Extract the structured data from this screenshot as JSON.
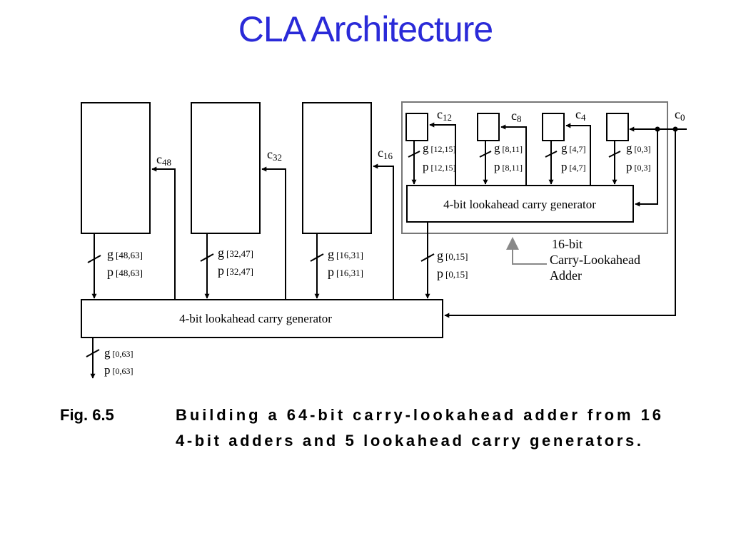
{
  "title": "CLA Architecture",
  "carries": {
    "c48": {
      "base": "c",
      "sub": "48"
    },
    "c32": {
      "base": "c",
      "sub": "32"
    },
    "c16": {
      "base": "c",
      "sub": "16"
    },
    "c12": {
      "base": "c",
      "sub": "12"
    },
    "c8": {
      "base": "c",
      "sub": "8"
    },
    "c4": {
      "base": "c",
      "sub": "4"
    },
    "c0": {
      "base": "c",
      "sub": "0"
    }
  },
  "top_signals": {
    "g_48_63": {
      "base": "g",
      "sub": "[48,63]"
    },
    "p_48_63": {
      "base": "p",
      "sub": "[48,63]"
    },
    "g_32_47": {
      "base": "g",
      "sub": "[32,47]"
    },
    "p_32_47": {
      "base": "p",
      "sub": "[32,47]"
    },
    "g_16_31": {
      "base": "g",
      "sub": "[16,31]"
    },
    "p_16_31": {
      "base": "p",
      "sub": "[16,31]"
    },
    "g_0_15": {
      "base": "g",
      "sub": "[0,15]"
    },
    "p_0_15": {
      "base": "p",
      "sub": "[0,15]"
    },
    "g_0_63": {
      "base": "g",
      "sub": "[0,63]"
    },
    "p_0_63": {
      "base": "p",
      "sub": "[0,63]"
    }
  },
  "inner_signals": {
    "g_12_15": {
      "base": "g",
      "sub": "[12,15]"
    },
    "p_12_15": {
      "base": "p",
      "sub": "[12,15]"
    },
    "g_8_11": {
      "base": "g",
      "sub": "[8,11]"
    },
    "p_8_11": {
      "base": "p",
      "sub": "[8,11]"
    },
    "g_4_7": {
      "base": "g",
      "sub": "[4,7]"
    },
    "p_4_7": {
      "base": "p",
      "sub": "[4,7]"
    },
    "g_0_3": {
      "base": "g",
      "sub": "[0,3]"
    },
    "p_0_3": {
      "base": "p",
      "sub": "[0,3]"
    }
  },
  "generator_label": "4-bit lookahead carry generator",
  "inner_generator_label": "4-bit lookahead carry generator",
  "adder_label": [
    "16-bit",
    "Carry-Lookahead",
    "Adder"
  ],
  "caption": {
    "fig": "Fig. 6.5",
    "line1": "Building a 64-bit carry-lookahead adder from 16",
    "line2": "4-bit adders and 5 lookahead carry generators."
  }
}
